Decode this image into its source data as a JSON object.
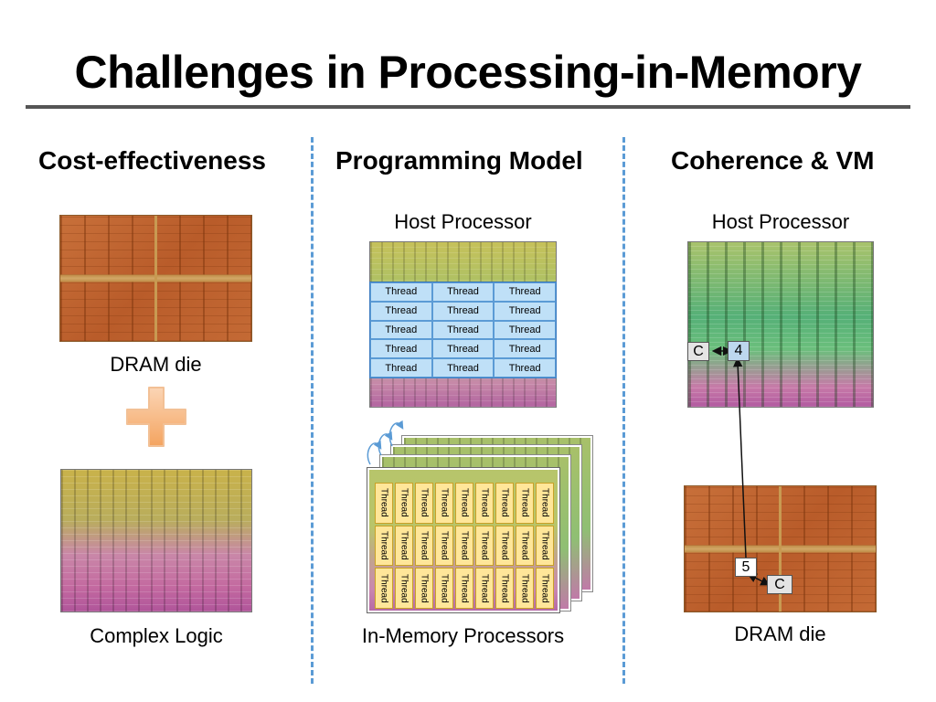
{
  "slide": {
    "title": "Challenges in Processing-in-Memory"
  },
  "columns": {
    "cost": {
      "heading": "Cost-effectiveness",
      "dram_caption": "DRAM die",
      "logic_caption": "Complex Logic",
      "plus_icon": "plus-icon"
    },
    "programming": {
      "heading": "Programming Model",
      "host_caption": "Host Processor",
      "thread_label": "Thread",
      "thread_rows": 5,
      "thread_cols": 3,
      "pim_caption": "In-Memory Processors"
    },
    "coherence": {
      "heading": "Coherence & VM",
      "host_caption": "Host Processor",
      "dram_caption": "DRAM die",
      "host_cache_label": "C",
      "host_step_label": "4",
      "dram_step_label": "5",
      "dram_cache_label": "C"
    }
  },
  "colors": {
    "divider": "#5b9bd5",
    "thread_cell": "#bfe0f7",
    "pim_thread_cell": "#ffe699",
    "plus": "#f4b183"
  }
}
